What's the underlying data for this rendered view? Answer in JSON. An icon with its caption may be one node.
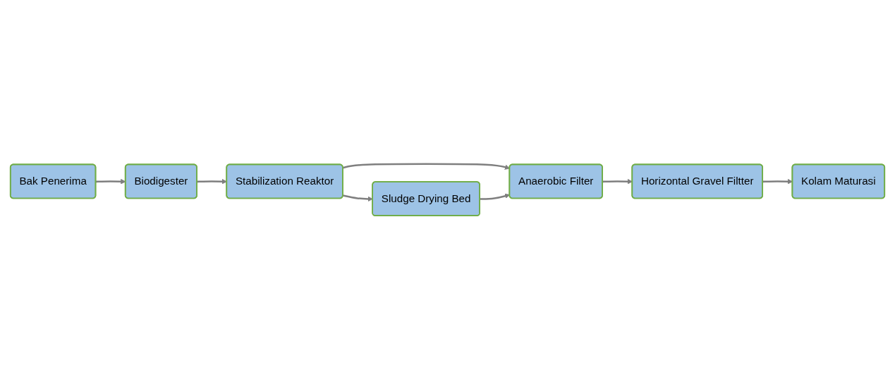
{
  "diagram": {
    "nodes": [
      {
        "text": [
          "Bak Penerima"
        ]
      },
      {
        "text": [
          "Biodigester"
        ]
      },
      {
        "text": [
          "Stabilization Reaktor"
        ]
      },
      {
        "text": [
          "Sludge Drying Bed"
        ]
      },
      {
        "text": [
          "Anaerobic Filter"
        ]
      },
      {
        "text": [
          "Horizontal Gravel Filtter"
        ]
      },
      {
        "text": [
          "Kolam Maturasi"
        ]
      }
    ],
    "edges": [
      {
        "from": 0,
        "to": 1,
        "arrow": "to"
      },
      {
        "from": 1,
        "to": 2,
        "arrow": "to"
      },
      {
        "from": 2,
        "to": 3,
        "arrow": "to"
      },
      {
        "from": 2,
        "to": 4,
        "arrow": "to"
      },
      {
        "from": 3,
        "to": 4,
        "arrow": "to"
      },
      {
        "from": 4,
        "to": 5,
        "arrow": "to"
      },
      {
        "from": 5,
        "to": 6,
        "arrow": "to"
      }
    ]
  }
}
